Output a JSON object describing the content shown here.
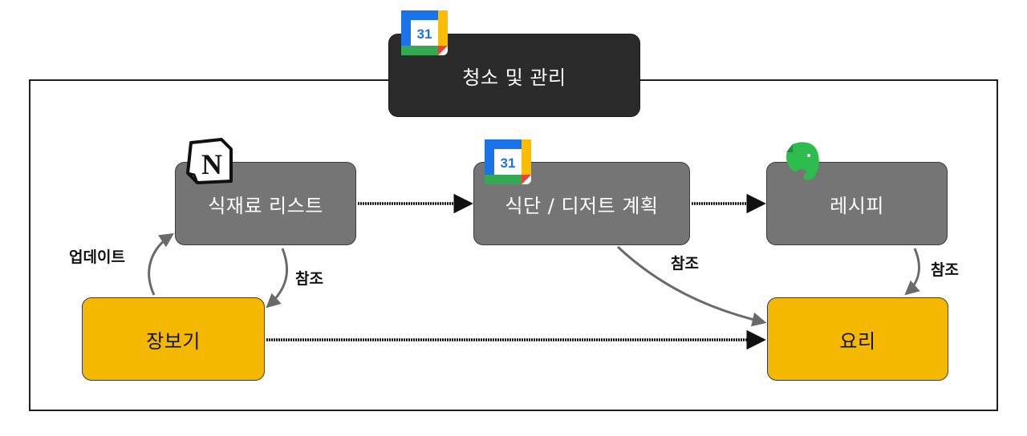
{
  "nodes": {
    "cleaning": {
      "label": "청소 및 관리",
      "icon": "google-calendar-icon",
      "icon_text": "31"
    },
    "ingredients": {
      "label": "식재료 리스트",
      "icon": "notion-icon",
      "icon_text": "N"
    },
    "meal_plan": {
      "label": "식단 / 디저트 계획",
      "icon": "google-calendar-icon",
      "icon_text": "31"
    },
    "recipe": {
      "label": "레시피",
      "icon": "evernote-icon"
    },
    "shopping": {
      "label": "장보기"
    },
    "cooking": {
      "label": "요리"
    }
  },
  "edge_labels": {
    "update": "업데이트",
    "ref_shopping": "참조",
    "ref_meal_cooking": "참조",
    "ref_recipe_cooking": "참조"
  },
  "colors": {
    "dark_node": "#2b2b2b",
    "gray_node": "#757575",
    "yellow_node": "#f5b800",
    "solid_arrow": "#111111",
    "ref_arrow": "#6a6a6a"
  }
}
